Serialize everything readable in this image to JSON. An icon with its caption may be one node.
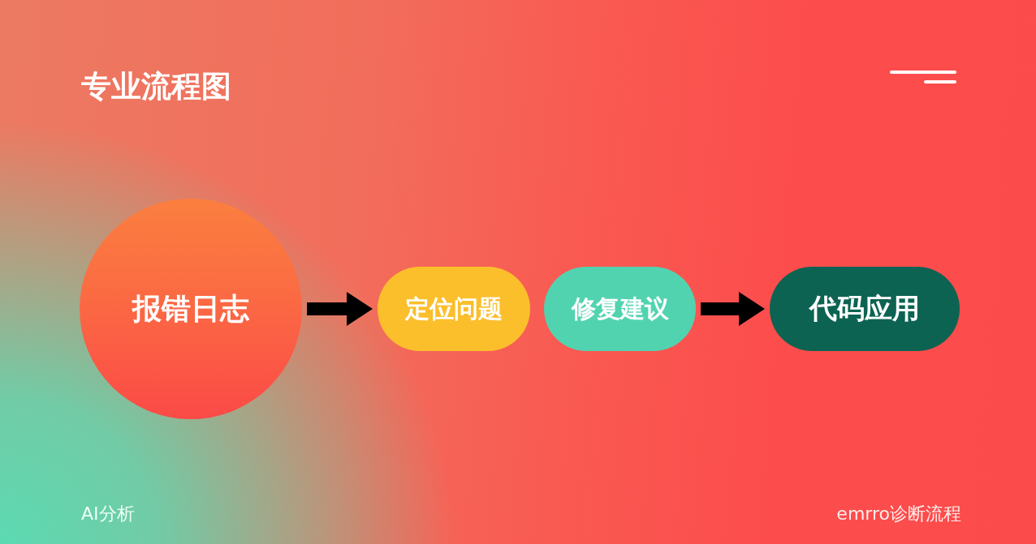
{
  "diagram": {
    "title": "专业流程图",
    "nodes": [
      {
        "text": [
          "报错日志"
        ]
      },
      {
        "text": [
          "定位问题"
        ]
      },
      {
        "text": [
          "修复建议"
        ]
      },
      {
        "text": [
          "代码应用"
        ]
      }
    ],
    "edges": [
      {
        "from": 0,
        "to": 1,
        "arrow": "to"
      },
      {
        "from": 2,
        "to": 3,
        "arrow": "to"
      }
    ],
    "labels": [
      "AI分析",
      "emrro诊断流程"
    ]
  }
}
